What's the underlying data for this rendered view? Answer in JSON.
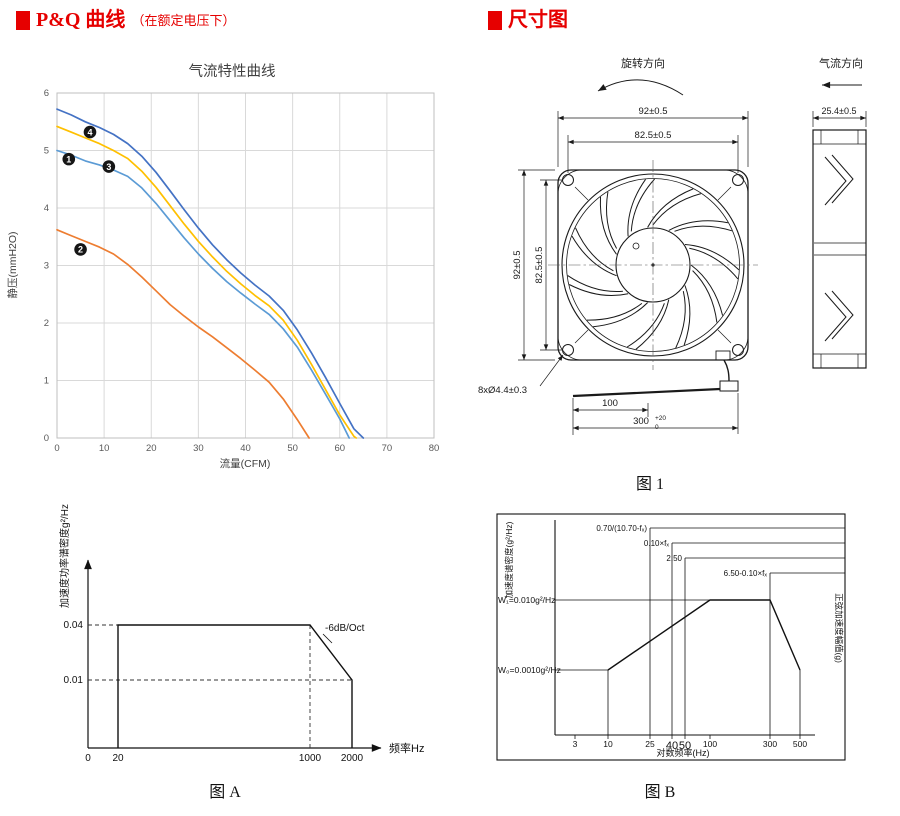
{
  "headers": {
    "pq": {
      "title": "P&Q 曲线",
      "subtitle": "（在额定电压下）"
    },
    "dim": {
      "title": "尺寸图"
    }
  },
  "accent_color": "#e60000",
  "captions": {
    "fig1": "图 1",
    "figA": "图 A",
    "figB": "图 B"
  },
  "dimension_drawing": {
    "rotation_label": "旋转方向",
    "airflow_label": "气流方向",
    "dim_width_top": "92±0.5",
    "dim_hole_span_top": "82.5±0.5",
    "dim_height_left": "92±0.5",
    "dim_hole_span_left": "82.5±0.5",
    "dim_depth": "25.4±0.5",
    "holes_label": "8xØ4.4±0.3",
    "lead_dim_short": "100",
    "lead_dim_long": "300",
    "lead_dim_long_tol_upper": "+20",
    "lead_dim_long_tol_lower": "0"
  },
  "chart_data": [
    {
      "id": "pq-curve",
      "type": "line",
      "title": "气流特性曲线",
      "xlabel": "流量(CFM)",
      "ylabel": "静压(mmH2O)",
      "xlim": [
        0,
        80
      ],
      "ylim": [
        0,
        6
      ],
      "xticks": [
        0,
        10,
        20,
        30,
        40,
        50,
        60,
        70,
        80
      ],
      "yticks": [
        0,
        1,
        2,
        3,
        4,
        5,
        6
      ],
      "grid": true,
      "series": [
        {
          "name": "1",
          "color": "#5b9bd5",
          "points": [
            [
              0,
              5.0
            ],
            [
              3,
              4.92
            ],
            [
              6,
              4.82
            ],
            [
              9,
              4.75
            ],
            [
              12,
              4.66
            ],
            [
              15,
              4.55
            ],
            [
              18,
              4.35
            ],
            [
              21,
              4.08
            ],
            [
              24,
              3.78
            ],
            [
              27,
              3.48
            ],
            [
              30,
              3.2
            ],
            [
              33,
              2.95
            ],
            [
              36,
              2.72
            ],
            [
              39,
              2.52
            ],
            [
              42,
              2.33
            ],
            [
              45,
              2.15
            ],
            [
              48,
              1.9
            ],
            [
              51,
              1.58
            ],
            [
              54,
              1.18
            ],
            [
              57,
              0.76
            ],
            [
              60,
              0.33
            ],
            [
              62,
              0
            ]
          ]
        },
        {
          "name": "2",
          "color": "#ed7d31",
          "points": [
            [
              0,
              3.62
            ],
            [
              3,
              3.52
            ],
            [
              6,
              3.42
            ],
            [
              9,
              3.32
            ],
            [
              12,
              3.2
            ],
            [
              15,
              3.02
            ],
            [
              18,
              2.8
            ],
            [
              21,
              2.56
            ],
            [
              24,
              2.32
            ],
            [
              27,
              2.12
            ],
            [
              30,
              1.93
            ],
            [
              33,
              1.76
            ],
            [
              36,
              1.57
            ],
            [
              39,
              1.38
            ],
            [
              42,
              1.18
            ],
            [
              45,
              0.97
            ],
            [
              48,
              0.68
            ],
            [
              51,
              0.32
            ],
            [
              53.5,
              0
            ]
          ]
        },
        {
          "name": "3",
          "color": "#ffc000",
          "points": [
            [
              0,
              5.42
            ],
            [
              3,
              5.32
            ],
            [
              6,
              5.22
            ],
            [
              9,
              5.12
            ],
            [
              12,
              5.0
            ],
            [
              15,
              4.86
            ],
            [
              18,
              4.64
            ],
            [
              21,
              4.36
            ],
            [
              24,
              4.04
            ],
            [
              27,
              3.72
            ],
            [
              30,
              3.42
            ],
            [
              33,
              3.15
            ],
            [
              36,
              2.9
            ],
            [
              39,
              2.68
            ],
            [
              42,
              2.48
            ],
            [
              45,
              2.3
            ],
            [
              48,
              2.05
            ],
            [
              51,
              1.7
            ],
            [
              54,
              1.28
            ],
            [
              57,
              0.84
            ],
            [
              60,
              0.4
            ],
            [
              63,
              0.03
            ],
            [
              63.5,
              0
            ]
          ]
        },
        {
          "name": "4",
          "color": "#4472c4",
          "points": [
            [
              0,
              5.72
            ],
            [
              3,
              5.62
            ],
            [
              6,
              5.5
            ],
            [
              9,
              5.4
            ],
            [
              12,
              5.28
            ],
            [
              15,
              5.12
            ],
            [
              18,
              4.9
            ],
            [
              21,
              4.62
            ],
            [
              24,
              4.3
            ],
            [
              27,
              3.97
            ],
            [
              30,
              3.65
            ],
            [
              33,
              3.36
            ],
            [
              36,
              3.1
            ],
            [
              39,
              2.87
            ],
            [
              42,
              2.66
            ],
            [
              45,
              2.47
            ],
            [
              48,
              2.22
            ],
            [
              51,
              1.88
            ],
            [
              54,
              1.48
            ],
            [
              57,
              1.05
            ],
            [
              60,
              0.6
            ],
            [
              63,
              0.16
            ],
            [
              65,
              0
            ]
          ]
        }
      ],
      "markers": [
        {
          "n": "1",
          "x": 2.5,
          "y": 4.85
        },
        {
          "n": "2",
          "x": 5,
          "y": 3.28
        },
        {
          "n": "3",
          "x": 11,
          "y": 4.72
        },
        {
          "n": "4",
          "x": 7,
          "y": 5.32
        }
      ]
    },
    {
      "id": "figA-spectrum",
      "type": "line",
      "xlabel": "频率Hz",
      "ylabel": "加速度功率谱密度g²/Hz",
      "xticks": [
        0,
        20,
        1000,
        2000
      ],
      "levels": [
        0.04,
        0.01
      ],
      "level_labels": [
        "0.04",
        "0.01"
      ],
      "annotation": "-6dB/Oct",
      "profile": [
        [
          20,
          0
        ],
        [
          20,
          0.04
        ],
        [
          1000,
          0.04
        ],
        [
          2000,
          0.01
        ],
        [
          2000,
          0
        ]
      ]
    },
    {
      "id": "figB-spectrum",
      "type": "line",
      "xlabel": "对数频率(Hz)",
      "ylabel": "加速度谱密度(g²/Hz)",
      "ylabel_right": "正弦加速度幅值(g)",
      "xticks": [
        3,
        10,
        25,
        40,
        50,
        100,
        300,
        500
      ],
      "level_labels": [
        "W₁=0.010g²/Hz",
        "W₀=0.0010g²/Hz"
      ],
      "top_annotations": [
        "0.70/(10.70-fₓ)",
        "0.10×fₓ",
        "2.50",
        "6.50-0.10×fₓ"
      ],
      "profile": [
        [
          10,
          0.001
        ],
        [
          100,
          0.01
        ],
        [
          300,
          0.01
        ],
        [
          500,
          0.001
        ]
      ]
    }
  ]
}
